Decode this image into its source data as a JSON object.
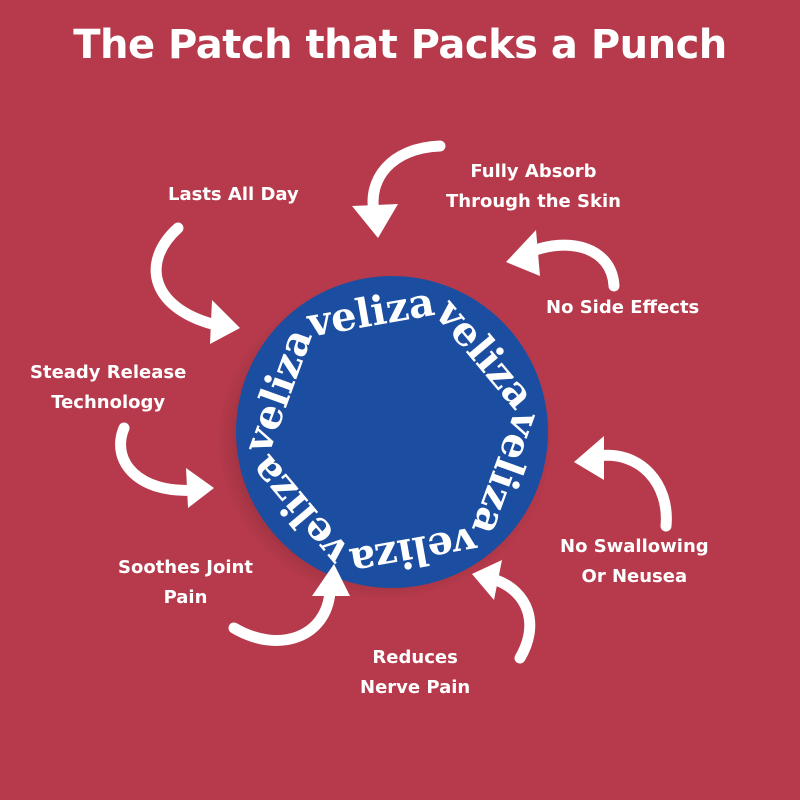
{
  "title": "The Patch that Packs a Punch",
  "patch": {
    "brand_text": "veliza",
    "brand_repeats": 6,
    "fill_color": "#1b4ea0",
    "text_color": "#ffffff"
  },
  "background_color": "#b63a4b",
  "features": [
    {
      "lines": [
        "Lasts All Day"
      ]
    },
    {
      "lines": [
        "Fully Absorb",
        "Through the Skin"
      ]
    },
    {
      "lines": [
        "No Side Effects"
      ]
    },
    {
      "lines": [
        "Steady Release",
        "Technology"
      ]
    },
    {
      "lines": [
        "No Swallowing",
        "Or Neusea"
      ]
    },
    {
      "lines": [
        "Soothes Joint",
        "Pain"
      ]
    },
    {
      "lines": [
        "Reduces",
        "Nerve Pain"
      ]
    }
  ]
}
